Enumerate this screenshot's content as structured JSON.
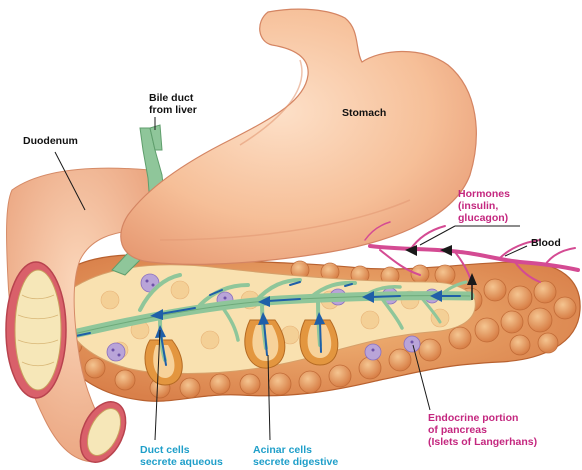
{
  "labels": {
    "stomach": "Stomach",
    "bile_duct_line1": "Bile duct",
    "bile_duct_line2": "from liver",
    "duodenum": "Duodenum",
    "hormones_line1": "Hormones",
    "hormones_line2": "(insulin,",
    "hormones_line3": "glucagon)",
    "blood": "Blood",
    "endocrine_line1": "Endocrine portion",
    "endocrine_line2": "of pancreas",
    "endocrine_line3": "(Islets of Langerhans)",
    "duct_cells_line1": "Duct cells",
    "duct_cells_line2": "secrete aqueous",
    "acinar_line1": "Acinar cells",
    "acinar_line2": "secrete digestive"
  },
  "colors": {
    "black_label": "#111111",
    "hormone_label": "#c4277f",
    "secretion_label": "#1f9fc9",
    "stomach": "#f3b58f",
    "duodenum": "#f1b48c",
    "duodenum_rim": "#d9606a",
    "pancreas": "#e8955a",
    "duct": "#8fc69a",
    "arrow": "#1f5fa8",
    "blood_vessel": "#d44b93"
  }
}
